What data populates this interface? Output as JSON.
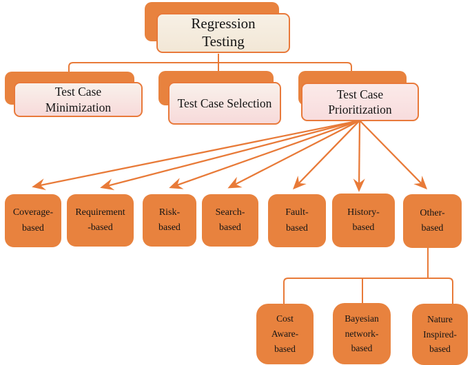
{
  "colors": {
    "orange": "#E8823E",
    "line": "#E87A38",
    "border-orange": "#E8793A",
    "cream-top": "#F7F0E5",
    "cream-bottom": "#F2E7D6",
    "blush-top": "#F9F1EB",
    "blush-bottom": "#F7DADA",
    "pink-top": "#FBEAE9",
    "pink-bottom": "#F8DCDD",
    "text": "#141414",
    "bg": "#FFFFFF"
  },
  "tree": {
    "root": {
      "id": "regression-testing",
      "label": "Regression\nTesting"
    },
    "children": [
      {
        "id": "test-case-minimization",
        "label": "Test Case\nMinimization"
      },
      {
        "id": "test-case-selection",
        "label": "Test Case Selection"
      },
      {
        "id": "test-case-prioritization",
        "label": "Test Case\nPrioritization",
        "children": [
          {
            "id": "coverage-based",
            "label": "Coverage-\nbased"
          },
          {
            "id": "requirement-based",
            "label": "Requirement\n-based"
          },
          {
            "id": "risk-based",
            "label": "Risk-\nbased"
          },
          {
            "id": "search-based",
            "label": "Search-\nbased"
          },
          {
            "id": "fault-based",
            "label": "Fault-\nbased"
          },
          {
            "id": "history-based",
            "label": "History-\nbased"
          },
          {
            "id": "other-based",
            "label": "Other-\nbased",
            "children": [
              {
                "id": "cost-aware-based",
                "label": "Cost\nAware-\nbased"
              },
              {
                "id": "bayesian-network-based",
                "label": "Bayesian\nnetwork-\nbased"
              },
              {
                "id": "nature-inspired-based",
                "label": "Nature\nInspired-\nbased"
              }
            ]
          }
        ]
      }
    ]
  }
}
